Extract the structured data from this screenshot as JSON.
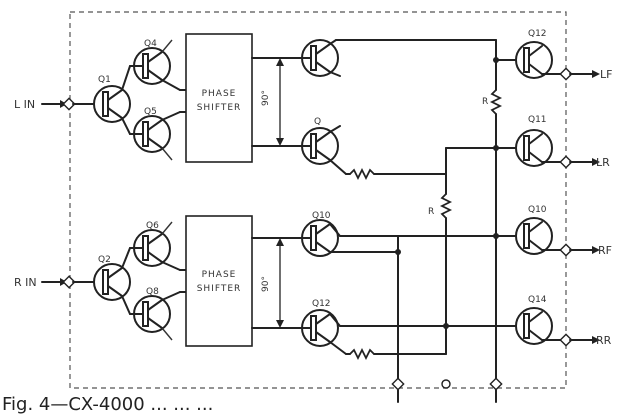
{
  "diagram": {
    "inputs": {
      "top": "L IN",
      "bottom": "R IN"
    },
    "blocks": {
      "top": [
        "PHASE",
        "SHIFTER"
      ],
      "bottom": [
        "PHASE",
        "SHIFTER"
      ]
    },
    "phase_labels": {
      "top": "90°",
      "bottom": "90°"
    },
    "transistors": {
      "q1": "Q1",
      "q4": "Q4",
      "q5": "Q5",
      "q2": "Q2",
      "q6": "Q6",
      "q8": "Q8",
      "q_top_mid": "",
      "q_top_low": "Q",
      "q10": "Q10",
      "q12": "Q12",
      "q11": "Q11",
      "q12b": "Q12",
      "q10b": "Q10",
      "q14": "Q14"
    },
    "resistors": {
      "r_top": "R",
      "r_mid": "R"
    },
    "outputs": {
      "o1": "LF",
      "o2": "LR",
      "o3": "RF",
      "o4": "RR"
    },
    "caption": "Fig. 4—CX-4000 ... ... ..."
  }
}
